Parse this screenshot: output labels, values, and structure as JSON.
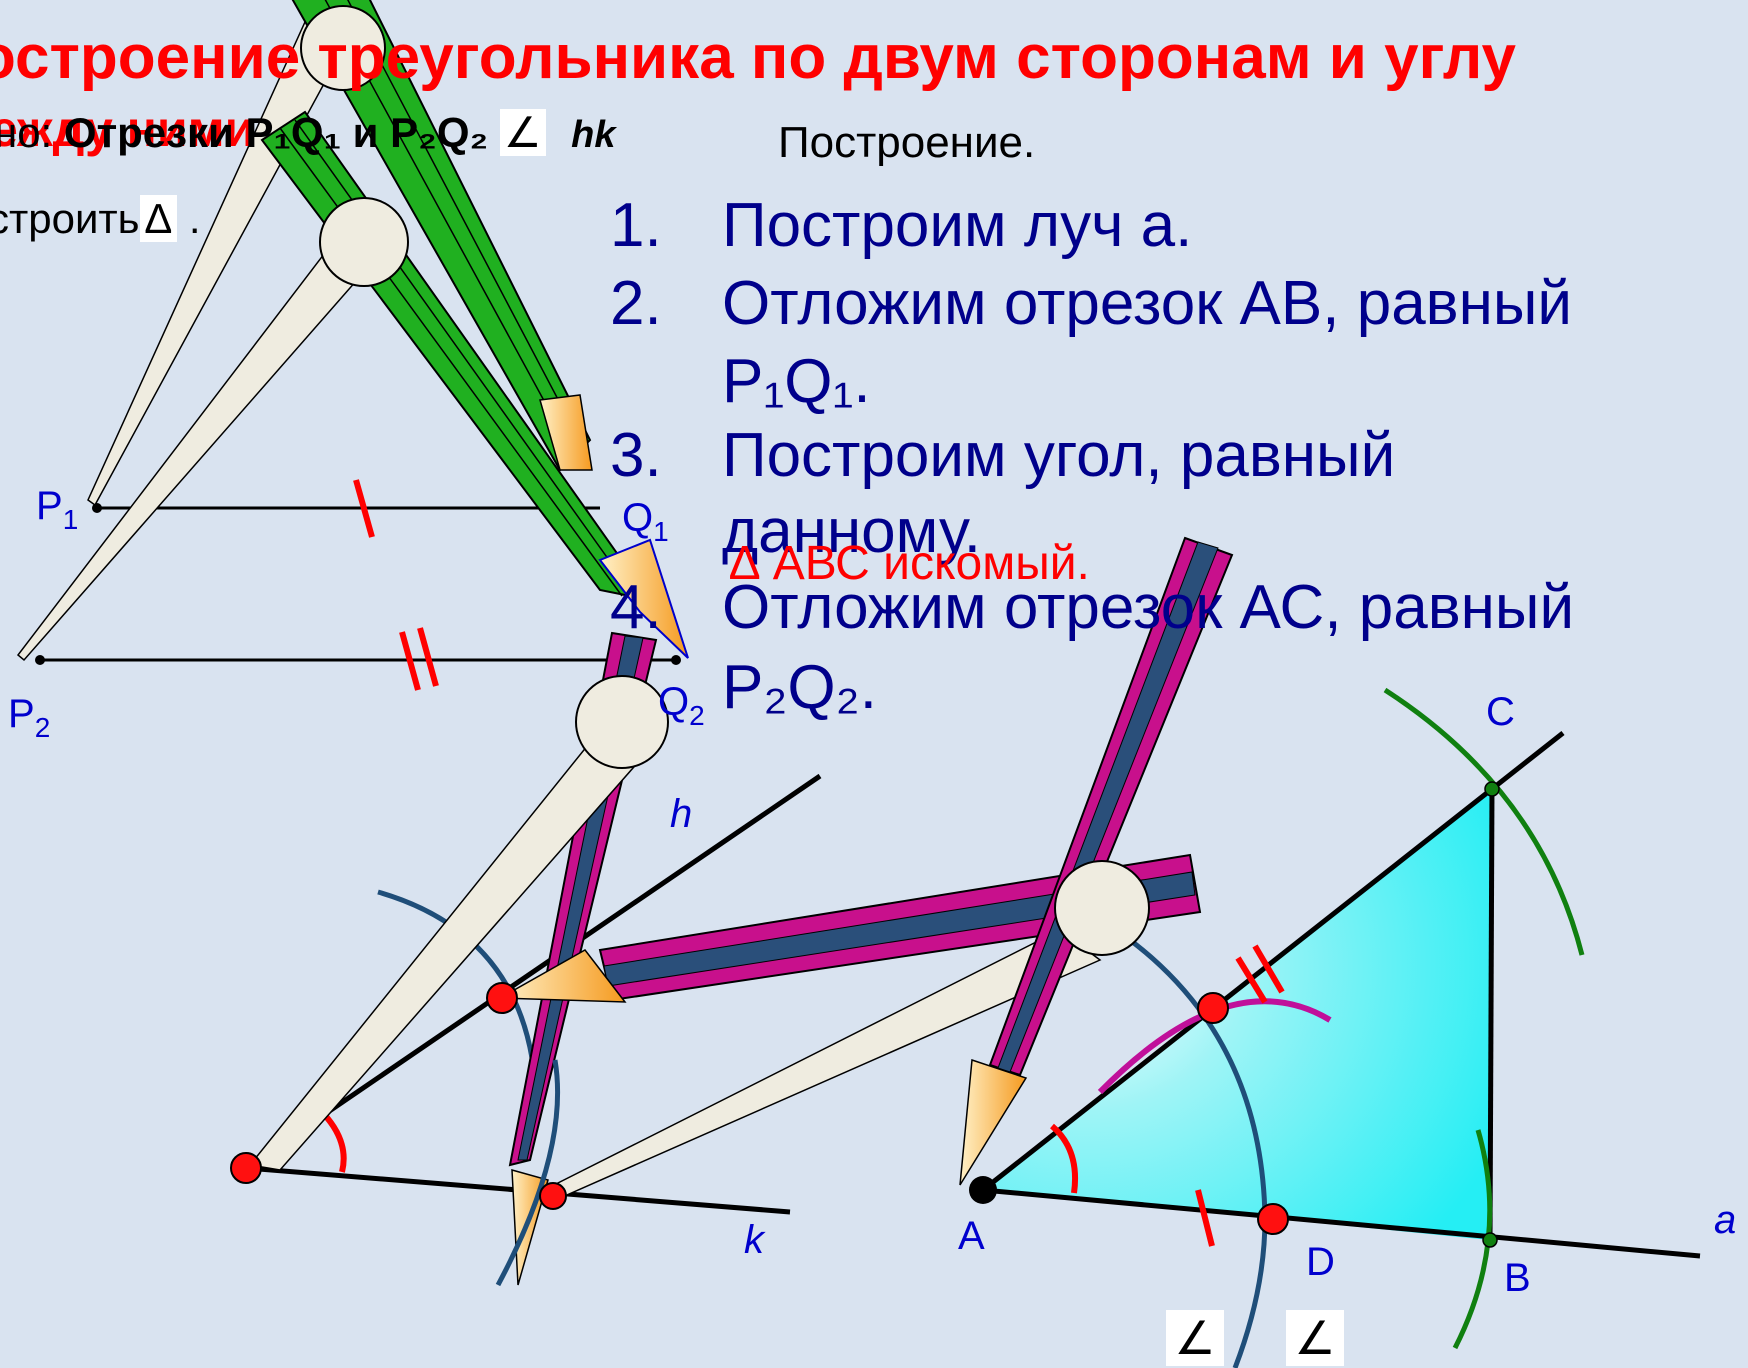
{
  "title_line1": "остроение треугольника по двум сторонам и углу",
  "title_line2": "ежду ними",
  "given": {
    "prefix": "но:",
    "segments_word": "Отрезки",
    "p1q1": "P₁Q₁",
    "and_word": "и",
    "p2q2": "P₂Q₂",
    "angle_symbol": "∠",
    "angle_name": "hk"
  },
  "to_build": {
    "prefix": "строить",
    "triangle_symbol": "∆",
    "suffix": "."
  },
  "construction": {
    "heading": "Построение.",
    "steps": [
      {
        "num": "1.",
        "text": "Построим луч а."
      },
      {
        "num": "2.",
        "text": "Отложим отрезок АВ, равный"
      },
      {
        "num": "",
        "text": "P₁Q₁."
      },
      {
        "num": "3.",
        "text": "Построим угол, равный"
      },
      {
        "num": "",
        "text": "данному."
      },
      {
        "num": "4.",
        "text": "Отложим отрезок АС, равный"
      },
      {
        "num": "",
        "text": "P₂Q₂."
      }
    ],
    "result": "∆ АВС искомый."
  },
  "labels": {
    "P1": "P",
    "P1_sub": "1",
    "Q1": "Q",
    "Q1_sub": "1",
    "P2": "P",
    "P2_sub": "2",
    "Q2": "Q",
    "Q2_sub": "2",
    "h": "h",
    "k": "k",
    "A": "A",
    "B": "B",
    "C": "C",
    "D": "D",
    "a": "a"
  },
  "angle_boxes": [
    "∠",
    "∠"
  ],
  "colors": {
    "title": "#ff0000",
    "steps": "#00008b",
    "labels": "#0000cd",
    "triangle_fill": "#33f0f5",
    "arc_blue": "#1f4e79",
    "arc_green": "#108010",
    "arc_magenta": "#c0109a",
    "pencil_green": "#20b020",
    "pencil_magenta": "#c8108c",
    "pencil_core": "#2a4f7a",
    "compass_leg": "#efece0",
    "point_red": "#ff1010"
  }
}
